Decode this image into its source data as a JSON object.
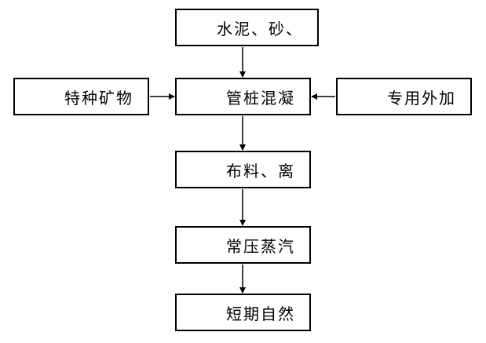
{
  "flowchart": {
    "top_box": "水泥、砂、",
    "center_box": "管桩混凝",
    "left_box": "特种矿物",
    "right_box": "专用外加",
    "step3_box": "布料、离",
    "step4_box": "常压蒸汽",
    "step5_box": "短期自然"
  },
  "colors": {
    "stroke": "#000000",
    "background": "#ffffff"
  }
}
